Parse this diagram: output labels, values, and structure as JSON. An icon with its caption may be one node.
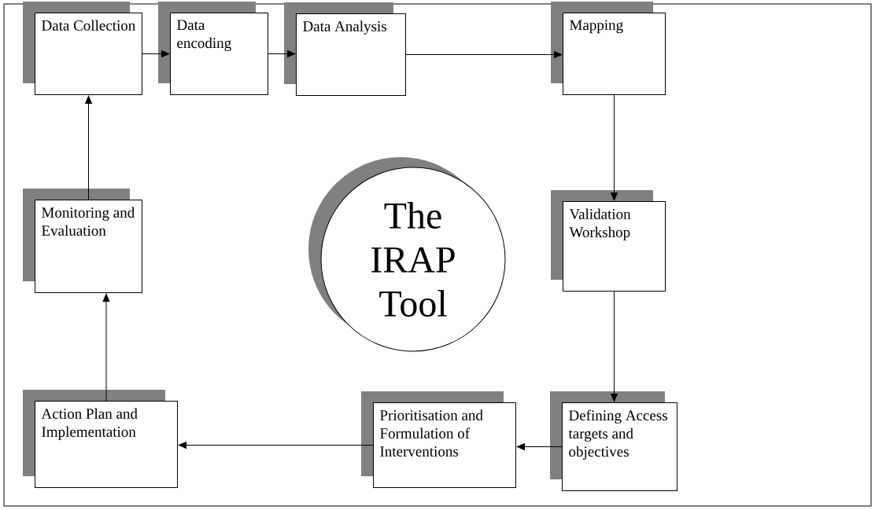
{
  "diagram": {
    "nodes": [
      {
        "text": [
          "Data Collection"
        ]
      },
      {
        "text": [
          "Data encoding"
        ]
      },
      {
        "text": [
          "Data Analysis"
        ]
      },
      {
        "text": [
          "Mapping"
        ]
      },
      {
        "text": [
          "Validation Workshop"
        ]
      },
      {
        "text": [
          "Defining Access targets and objectives"
        ]
      },
      {
        "text": [
          "Prioritisation and Formulation of Interventions"
        ]
      },
      {
        "text": [
          "Action Plan and Implementation"
        ]
      },
      {
        "text": [
          "Monitoring and Evaluation"
        ]
      },
      {
        "text": [
          "The IRAP Tool"
        ]
      }
    ],
    "edges": [
      {
        "from": 0,
        "to": 1,
        "arrow": "to"
      },
      {
        "from": 1,
        "to": 2,
        "arrow": "to"
      },
      {
        "from": 2,
        "to": 3,
        "arrow": "to"
      },
      {
        "from": 3,
        "to": 4,
        "arrow": "to"
      },
      {
        "from": 4,
        "to": 5,
        "arrow": "to"
      },
      {
        "from": 5,
        "to": 6,
        "arrow": "to"
      },
      {
        "from": 6,
        "to": 7,
        "arrow": "to"
      },
      {
        "from": 7,
        "to": 8,
        "arrow": "to"
      },
      {
        "from": 8,
        "to": 0,
        "arrow": "to"
      }
    ]
  }
}
